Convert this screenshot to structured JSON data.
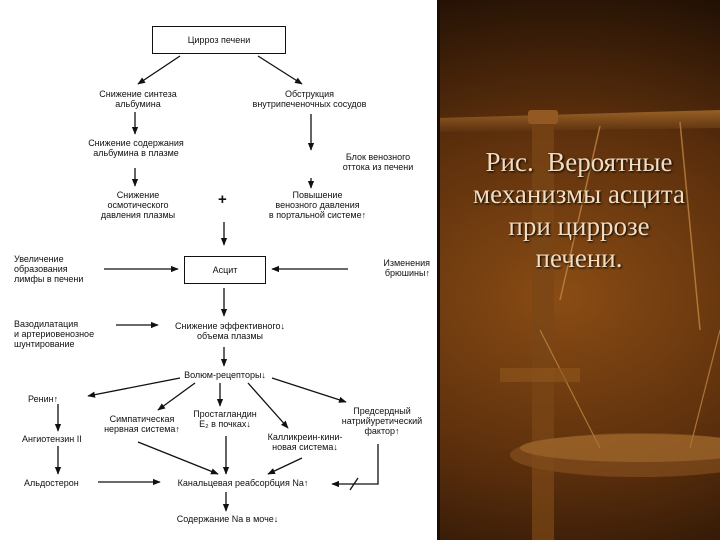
{
  "diagram": {
    "nodes": {
      "cirrhosis": "Цирроз печени",
      "albumin_synthesis": "Снижение синтеза\nальбумина",
      "obstruction": "Обструкция\nвнутрипеченочных сосудов",
      "albumin_plasma": "Снижение содержания\nальбумина в плазме",
      "venous_block": "Блок венозного\nоттока из печени",
      "oncotic_pressure": "Снижение\nосмотического\nдавления плазмы",
      "portal_pressure": "Повышение\nвенозного давления\nв портальной системе↑",
      "lymph": "Увеличение\nобразования\nлимфы в печени",
      "ascites": "Асцит",
      "peritoneum": "Изменения\nбрюшины↑",
      "vasodilation": "Вазодилатация\nи артериовенозное\nшунтирование",
      "effective_volume": "Снижение эффективного↓\nобъема плазмы",
      "volume_receptors": "Волюм-рецепторы↓",
      "renin": "Ренин↑",
      "sympathetic": "Симпатическая\nнервная система↑",
      "prostaglandin": "Простагландин\nЕ₂ в почках↓",
      "natriuretic": "Предсердный\nнатрийуретический\nфактор↑",
      "angiotensin": "Ангиотензин II",
      "kallikrein": "Калликреин-кини-\nновая система↓",
      "aldosterone": "Альдостерон",
      "tubular_reabsorption": "Канальцевая реабсорбция Na↑",
      "sodium_urine": "Содержание Na в моче↓"
    },
    "plus": "+",
    "minus": "−"
  },
  "caption": "Рис.  Вероятные\nмеханизмы асцита\nпри циррозе\nпечени.",
  "colors": {
    "panel": "#ffffff",
    "background": "#2b1607",
    "caption_text": "#f1dcc0",
    "ink": "#111111"
  }
}
